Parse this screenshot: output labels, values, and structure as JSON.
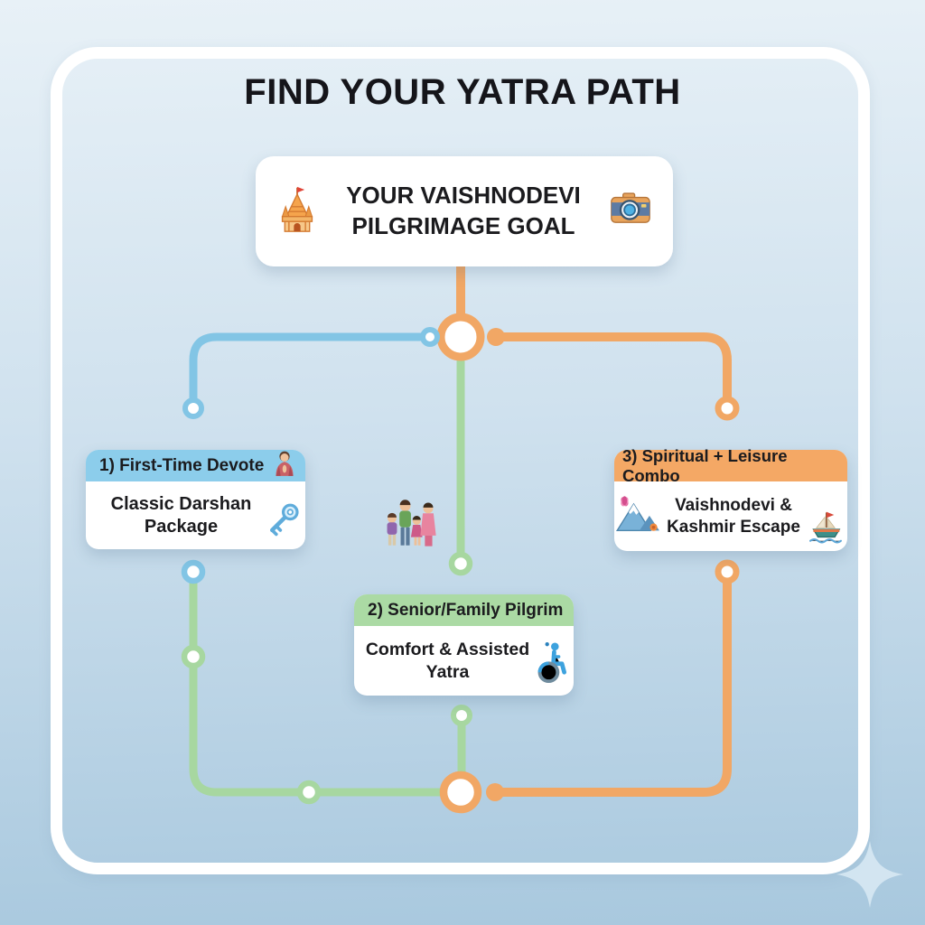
{
  "title": "FIND YOUR YATRA PATH",
  "goal_card": {
    "title_line1": "YOUR VAISHNODEVI",
    "title_line2": "PILGRIMAGE GOAL",
    "left_icon": "temple-icon",
    "right_icon": "camera-icon"
  },
  "option_cards": [
    {
      "header": "1) First-Time Devote",
      "title": "Classic Darshan Package",
      "header_color": "#8ccdeb",
      "branch_color": "#82c5e5",
      "icons": [
        "praying-person-icon",
        "key-icon"
      ]
    },
    {
      "header": "2) Senior/Family Pilgrim",
      "title": "Comfort & Assisted Yatra",
      "header_color": "#abdaa4",
      "branch_color": "#a7d7a0",
      "icons": [
        "wheelchair-icon"
      ]
    },
    {
      "header": "3) Spiritual + Leisure Combo",
      "title": "Vaishnodevi & Kashmir Escape",
      "header_color": "#f4a865",
      "branch_color": "#f1a765",
      "icons": [
        "mountain-lotus-icon",
        "boat-icon"
      ]
    }
  ],
  "decorations": {
    "center_icon": "family-icon",
    "corner_icon": "sparkle-icon"
  },
  "colors": {
    "background_top": "#e8f1f7",
    "background_bottom": "#a8c8de",
    "frame": "#ffffff",
    "blue_branch": "#82c5e5",
    "green_branch": "#a7d7a0",
    "orange_branch": "#f1a765",
    "text": "#1b1b1e"
  }
}
